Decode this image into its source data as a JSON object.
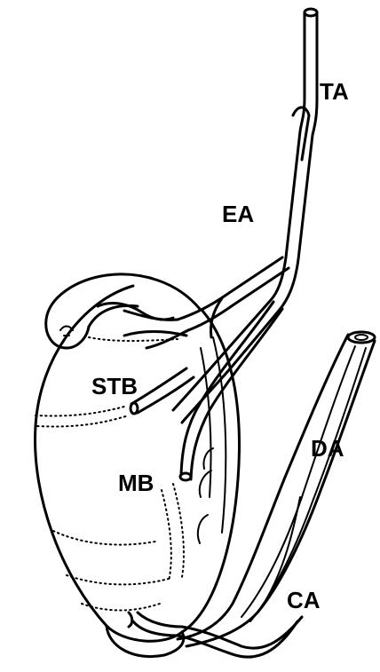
{
  "labels": {
    "ta": "TA",
    "ea": "EA",
    "stb": "STB",
    "mb": "MB",
    "da": "DA",
    "ca": "CA"
  }
}
